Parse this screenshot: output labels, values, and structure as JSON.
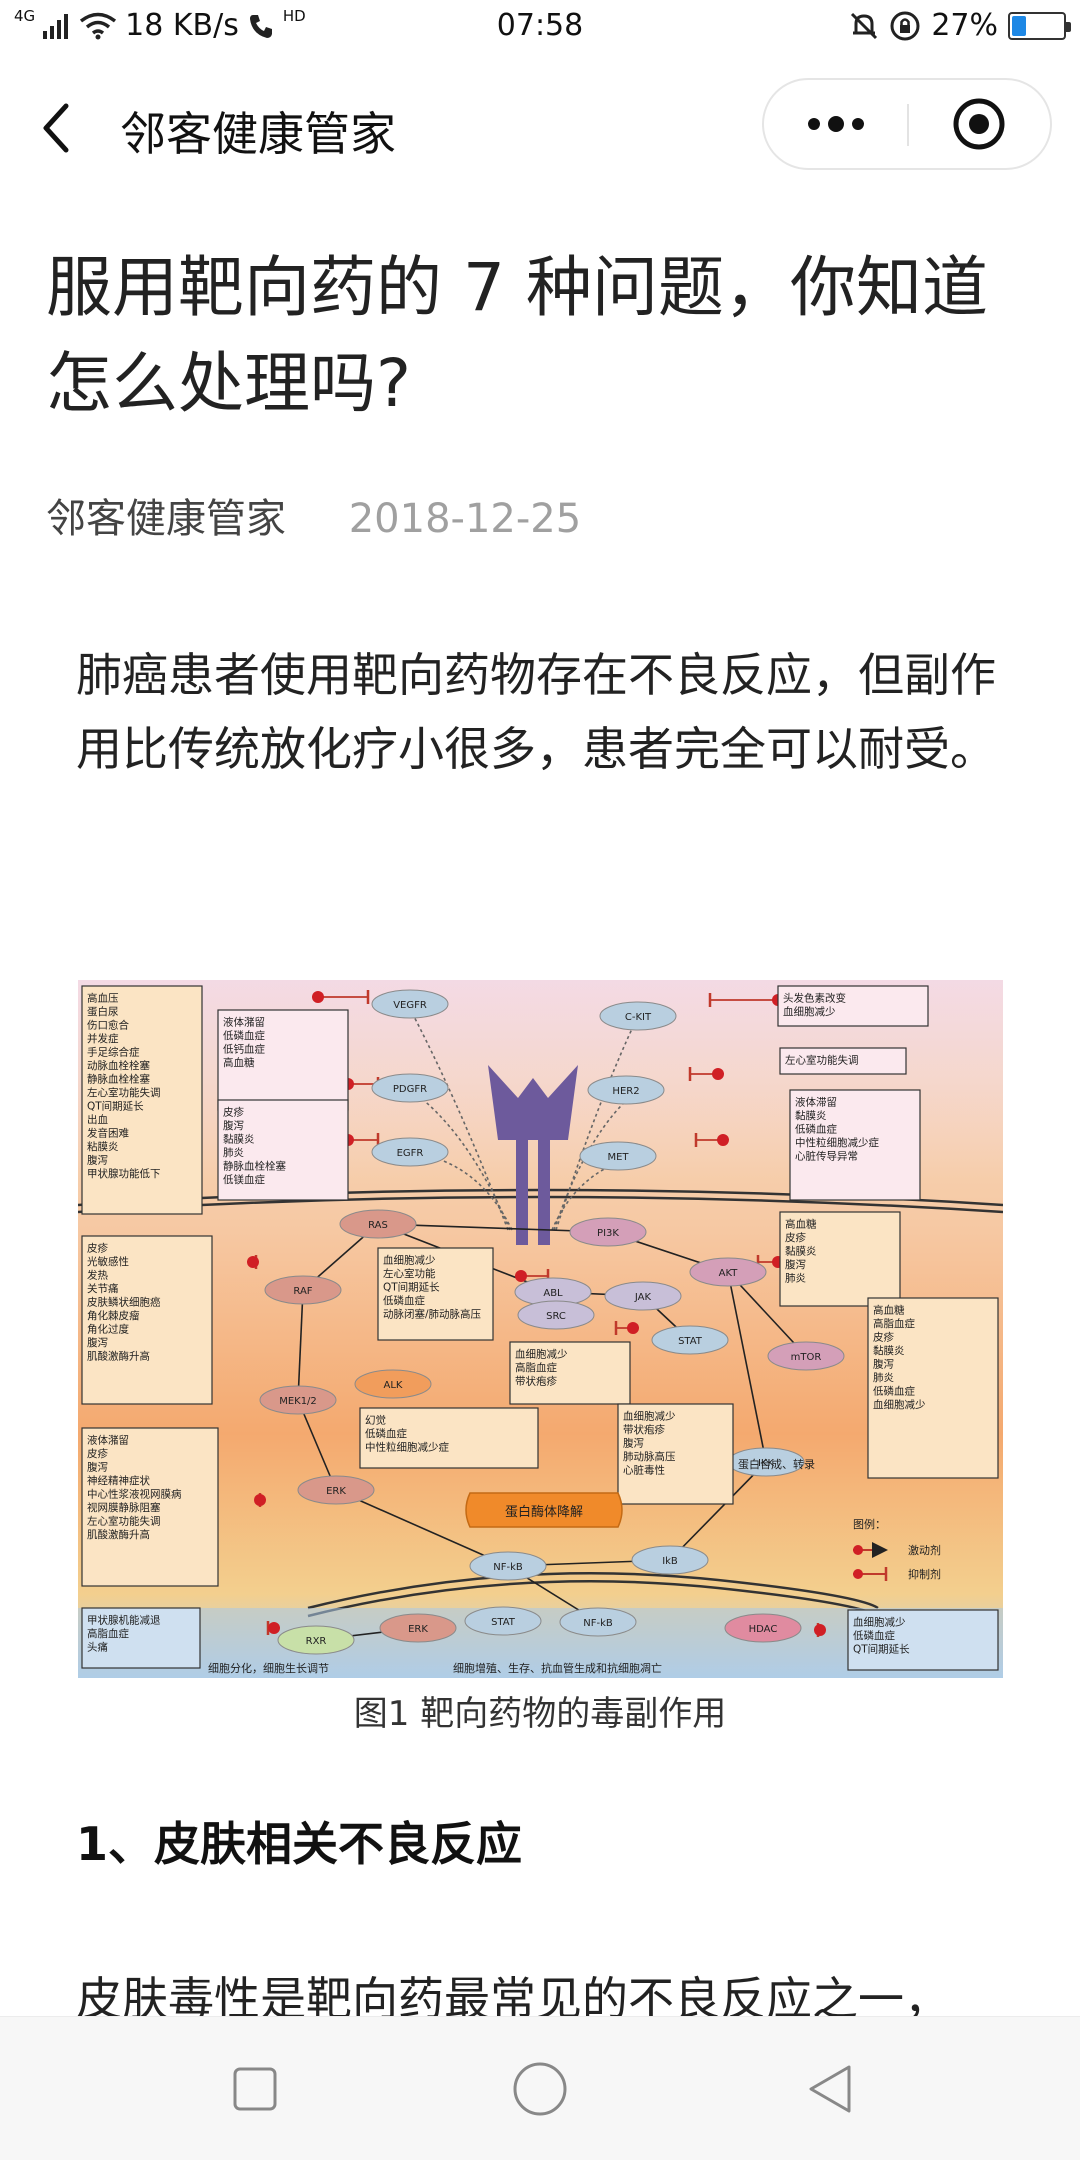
{
  "status_bar": {
    "network_type": "4G",
    "speed": "18 KB/s",
    "hd_label": "HD",
    "time": "07:58",
    "battery_percent": "27%",
    "battery_level": 0.27
  },
  "nav": {
    "title": "邻客健康管家"
  },
  "article": {
    "title": "服用靶向药的 7 种问题，你知道怎么处理吗?",
    "author": "邻客健康管家",
    "date": "2018-12-25",
    "paragraph1": "肺癌患者使用靶向药物存在不良反应，但副作用比传统放化疗小很多，患者完全可以耐受。",
    "figure_caption": "图1  靶向药物的毒副作用",
    "section1_title": "1、皮肤相关不良反应",
    "paragraph2": "皮肤毒性是靶向药最常见的不良反应之一，"
  },
  "figure": {
    "nodes": {
      "vegfr": "VEGFR",
      "pdgfr": "PDGFR",
      "egfr": "EGFR",
      "ckit": "C-KIT",
      "her2": "HER2",
      "met": "MET",
      "ras": "RAS",
      "raf": "RAF",
      "mek": "MEK1/2",
      "erk1": "ERK",
      "alk": "ALK",
      "abl": "ABL",
      "src": "SRC",
      "jak": "JAK",
      "stat1": "STAT",
      "pi3k": "PI3K",
      "akt": "AKT",
      "mtor": "mTOR",
      "ikk": "IKK",
      "nfkb1": "NF-kB",
      "ikb": "IkB",
      "rxr": "RXR",
      "erk2": "ERK",
      "stat2": "STAT",
      "nfkb2": "NF-kB",
      "hdac": "HDAC",
      "proteasome": "蛋白酶体降解",
      "mtor_note": "蛋白合成、转录",
      "bottom_left": "细胞分化，细胞生长调节",
      "bottom_mid": "细胞增殖、生存、抗血管生成和抗细胞凋亡"
    },
    "legend": {
      "title": "图例：",
      "activator": "激动剂",
      "inhibitor": "抑制剂"
    },
    "boxes": {
      "b1": [
        "高血压",
        "蛋白尿",
        "伤口愈合",
        "并发症",
        "手足综合症",
        "动脉血栓栓塞",
        "静脉血栓栓塞",
        "左心室功能失调",
        "QT间期延长",
        "出血",
        "发音困难",
        "粘膜炎",
        "腹泻",
        "甲状腺功能低下"
      ],
      "b2": [
        "液体潴留",
        "低磷血症",
        "低钙血症",
        "高血糖"
      ],
      "b3": [
        "皮疹",
        "腹泻",
        "黏膜炎",
        "肺炎",
        "静脉血栓栓塞",
        "低镁血症"
      ],
      "b4": [
        "头发色素改变",
        "血细胞减少"
      ],
      "b5": [
        "左心室功能失调"
      ],
      "b6": [
        "液体滞留",
        "黏膜炎",
        "低磷血症",
        "中性粒细胞减少症",
        "心脏传导异常"
      ],
      "b7": [
        "皮疹",
        "光敏感性",
        "发热",
        "关节痛",
        "皮肤鳞状细胞癌",
        "角化棘皮瘤",
        "角化过度",
        "腹泻",
        "肌酸激酶升高"
      ],
      "b8": [
        "血细胞减少",
        "左心室功能",
        "QT间期延长",
        "低磷血症",
        "动脉闭塞/肺动脉高压"
      ],
      "b9": [
        "高血糖",
        "皮疹",
        "黏膜炎",
        "腹泻",
        "肺炎"
      ],
      "b10": [
        "血细胞减少",
        "高脂血症",
        "带状疱疹"
      ],
      "b11": [
        "高血糖",
        "高脂血症",
        "皮疹",
        "黏膜炎",
        "腹泻",
        "肺炎",
        "低磷血症",
        "血细胞减少"
      ],
      "b12": [
        "幻觉",
        "低磷血症",
        "中性粒细胞减少症"
      ],
      "b13": [
        "血细胞减少",
        "带状疱疹",
        "腹泻",
        "肺动脉高压",
        "心脏毒性"
      ],
      "b14": [
        "液体潴留",
        "皮疹",
        "腹泻",
        "神经精神症状",
        "中心性浆液视网膜病",
        "视网膜静脉阻塞",
        "左心室功能失调",
        "肌酸激酶升高"
      ],
      "b15": [
        "甲状腺机能减退",
        "高脂血症",
        "头痛"
      ],
      "b16": [
        "血细胞减少",
        "低磷血症",
        "QT间期延长"
      ]
    }
  }
}
